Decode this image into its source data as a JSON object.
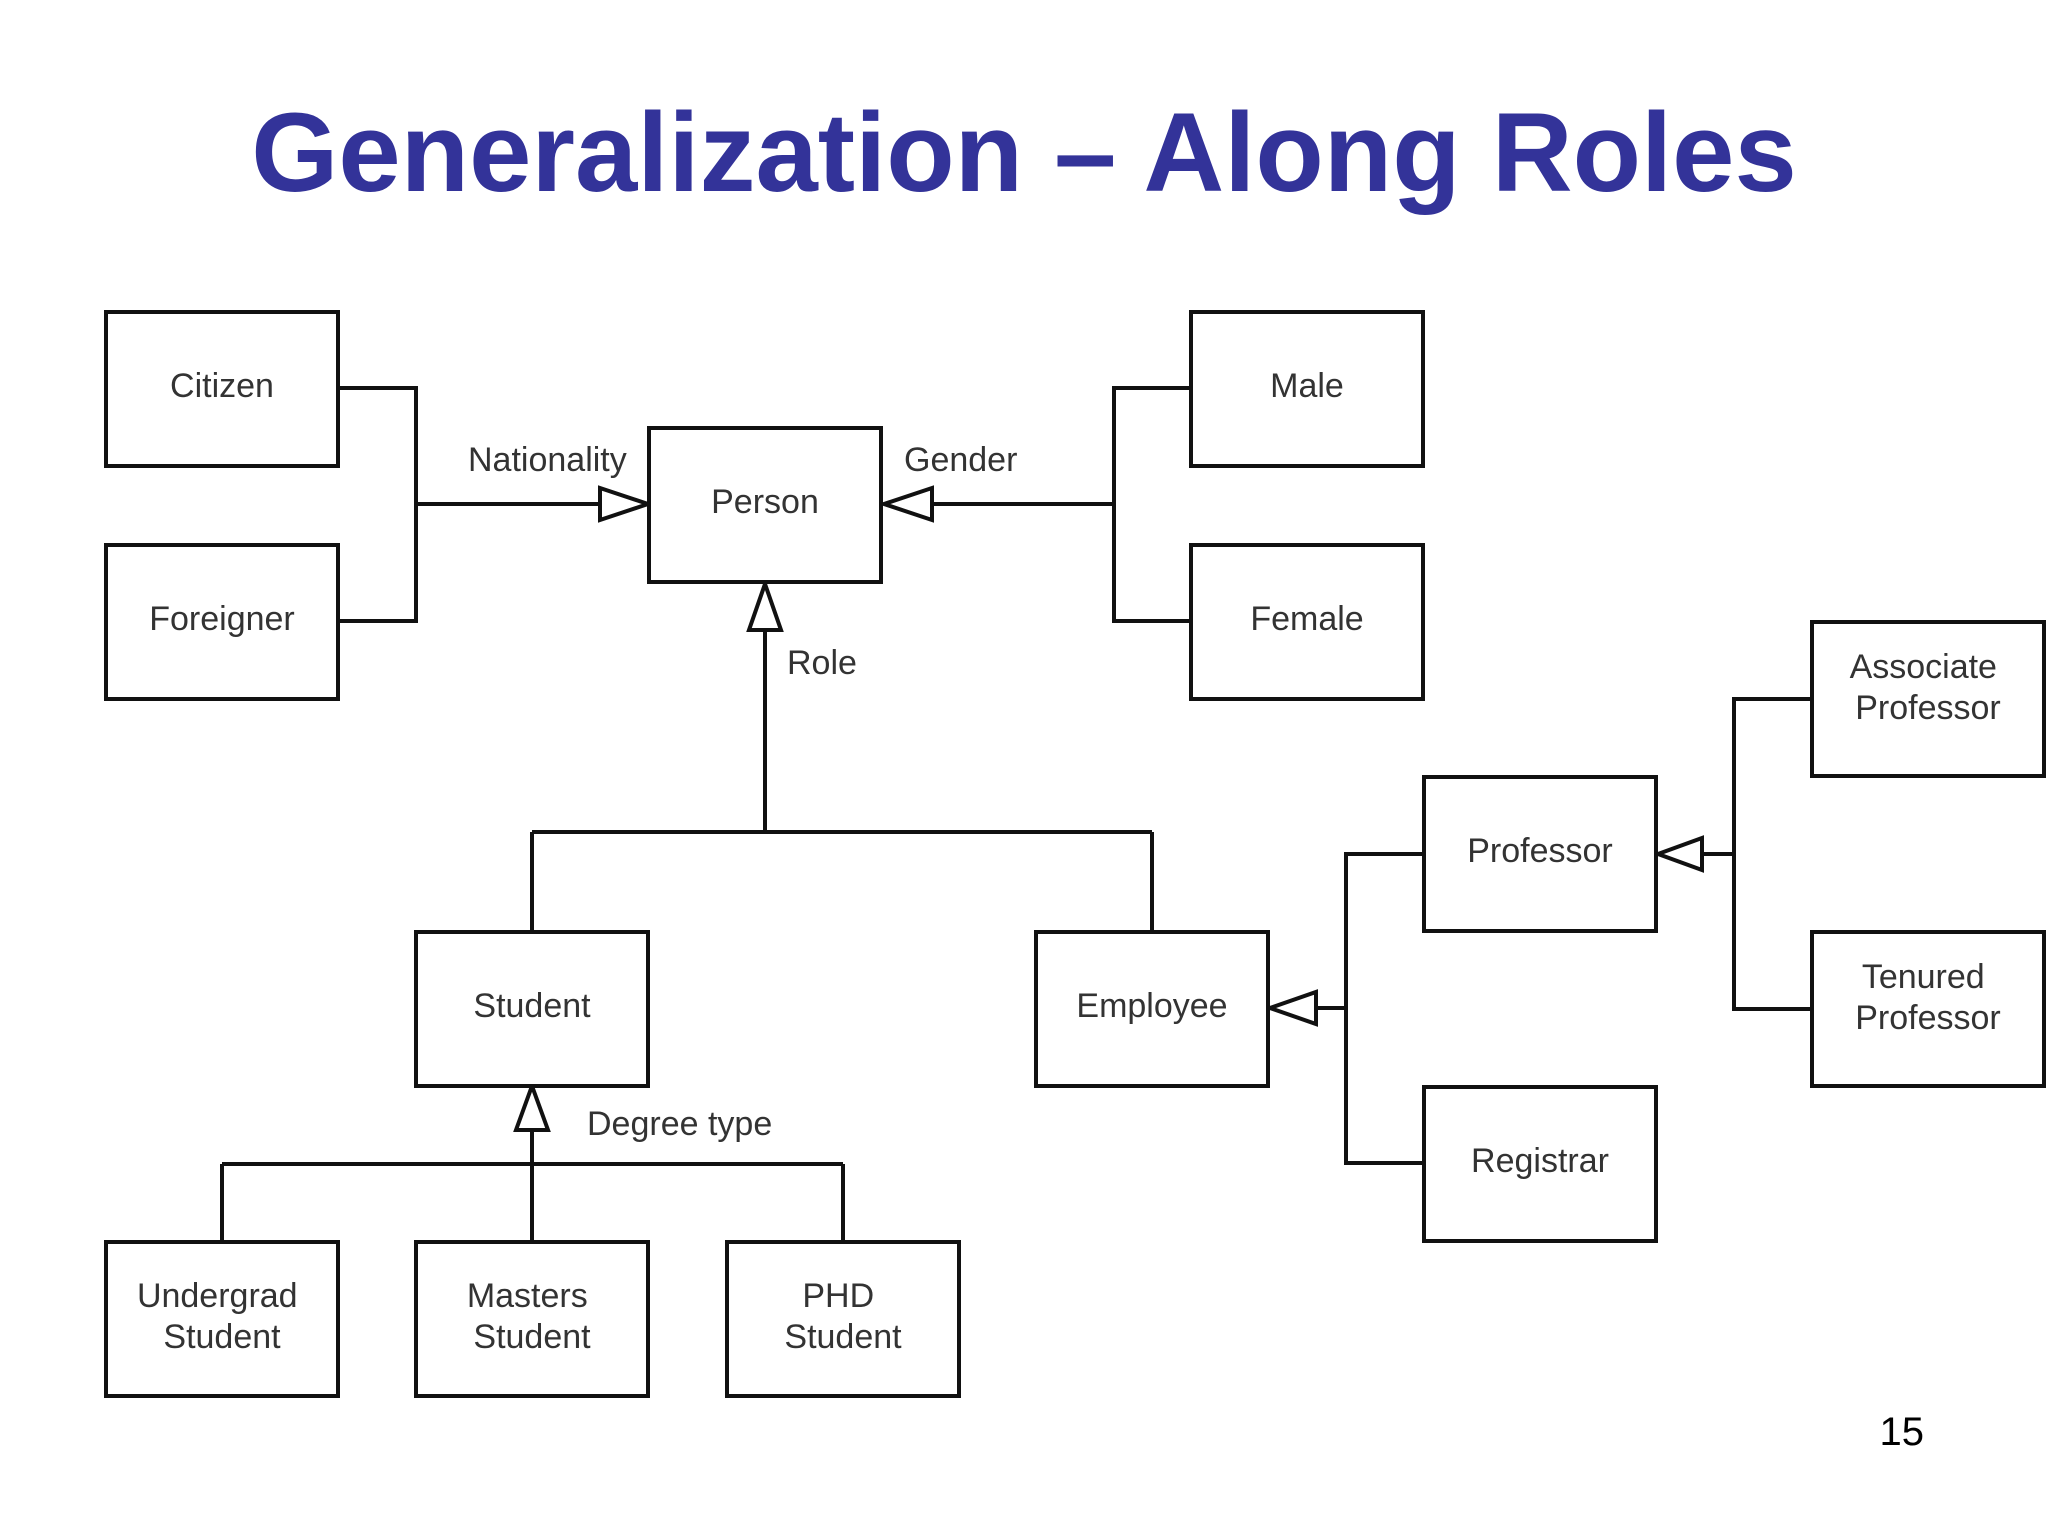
{
  "title": "Generalization – Along Roles",
  "page_number": "15",
  "nodes": {
    "citizen": [
      "Citizen"
    ],
    "foreigner": [
      "Foreigner"
    ],
    "person": [
      "Person"
    ],
    "male": [
      "Male"
    ],
    "female": [
      "Female"
    ],
    "student": [
      "Student"
    ],
    "employee": [
      "Employee"
    ],
    "professor": [
      "Professor"
    ],
    "registrar": [
      "Registrar"
    ],
    "associate_professor": [
      "Associate",
      "Professor"
    ],
    "tenured_professor": [
      "Tenured",
      "Professor"
    ],
    "undergrad_student": [
      "Undergrad",
      "Student"
    ],
    "masters_student": [
      "Masters",
      "Student"
    ],
    "phd_student": [
      "PHD",
      "Student"
    ]
  },
  "edge_labels": {
    "nationality": "Nationality",
    "gender": "Gender",
    "role": "Role",
    "degree_type": "Degree type"
  },
  "edges": [
    {
      "from": "citizen",
      "to": "person",
      "type": "generalization",
      "label": "Nationality"
    },
    {
      "from": "foreigner",
      "to": "person",
      "type": "generalization",
      "label": "Nationality"
    },
    {
      "from": "male",
      "to": "person",
      "type": "generalization",
      "label": "Gender"
    },
    {
      "from": "female",
      "to": "person",
      "type": "generalization",
      "label": "Gender"
    },
    {
      "from": "student",
      "to": "person",
      "type": "generalization",
      "label": "Role"
    },
    {
      "from": "employee",
      "to": "person",
      "type": "generalization",
      "label": "Role"
    },
    {
      "from": "professor",
      "to": "employee",
      "type": "generalization"
    },
    {
      "from": "registrar",
      "to": "employee",
      "type": "generalization"
    },
    {
      "from": "associate_professor",
      "to": "professor",
      "type": "generalization"
    },
    {
      "from": "tenured_professor",
      "to": "professor",
      "type": "generalization"
    },
    {
      "from": "undergrad_student",
      "to": "student",
      "type": "generalization",
      "label": "Degree type"
    },
    {
      "from": "masters_student",
      "to": "student",
      "type": "generalization",
      "label": "Degree type"
    },
    {
      "from": "phd_student",
      "to": "student",
      "type": "generalization",
      "label": "Degree type"
    }
  ]
}
